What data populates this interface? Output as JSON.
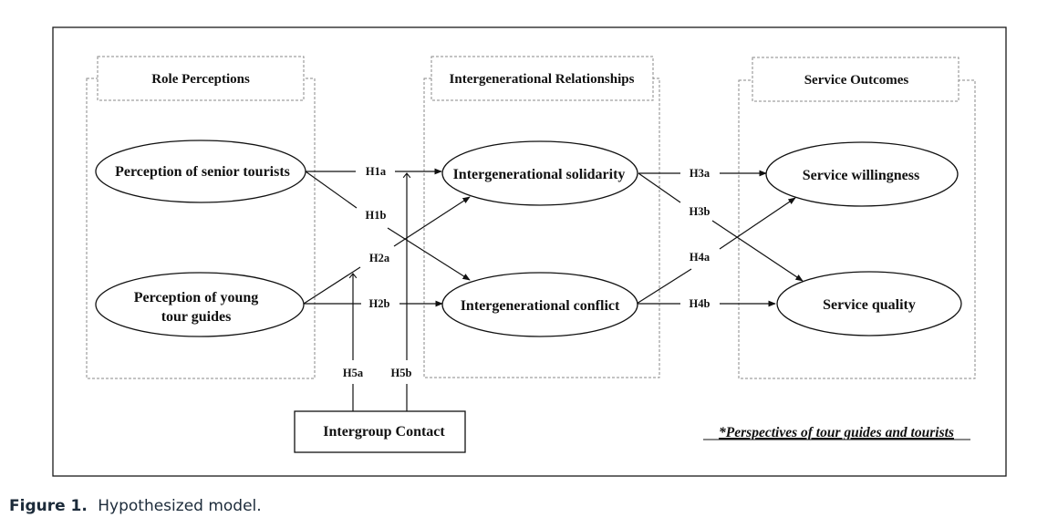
{
  "figure": {
    "caption_label": "Figure 1.",
    "caption_text": "Hypothesized model."
  },
  "groups": {
    "role": "Role Perceptions",
    "relationships": "Intergenerational Relationships",
    "outcomes": "Service Outcomes"
  },
  "nodes": {
    "senior": "Perception of senior tourists",
    "young_line1": "Perception of young",
    "young_line2": "tour guides",
    "solidarity": "Intergenerational solidarity",
    "conflict": "Intergenerational conflict",
    "willingness": "Service willingness",
    "quality": "Service quality",
    "contact": "Intergroup Contact"
  },
  "hypotheses": {
    "h1a": "H1a",
    "h1b": "H1b",
    "h2a": "H2a",
    "h2b": "H2b",
    "h3a": "H3a",
    "h3b": "H3b",
    "h4a": "H4a",
    "h4b": "H4b",
    "h5a": "H5a",
    "h5b": "H5b"
  },
  "edges": [
    {
      "from": "senior",
      "to": "solidarity",
      "label": "H1a"
    },
    {
      "from": "senior",
      "to": "conflict",
      "label": "H1b"
    },
    {
      "from": "young",
      "to": "solidarity",
      "label": "H2a"
    },
    {
      "from": "young",
      "to": "conflict",
      "label": "H2b"
    },
    {
      "from": "solidarity",
      "to": "willingness",
      "label": "H3a"
    },
    {
      "from": "solidarity",
      "to": "quality",
      "label": "H3b"
    },
    {
      "from": "conflict",
      "to": "willingness",
      "label": "H4a"
    },
    {
      "from": "conflict",
      "to": "quality",
      "label": "H4b"
    },
    {
      "from": "contact",
      "to": "H2a path",
      "label": "H5a"
    },
    {
      "from": "contact",
      "to": "H1a path",
      "label": "H5b"
    }
  ],
  "note": "*Perspectives of tour guides and tourists"
}
